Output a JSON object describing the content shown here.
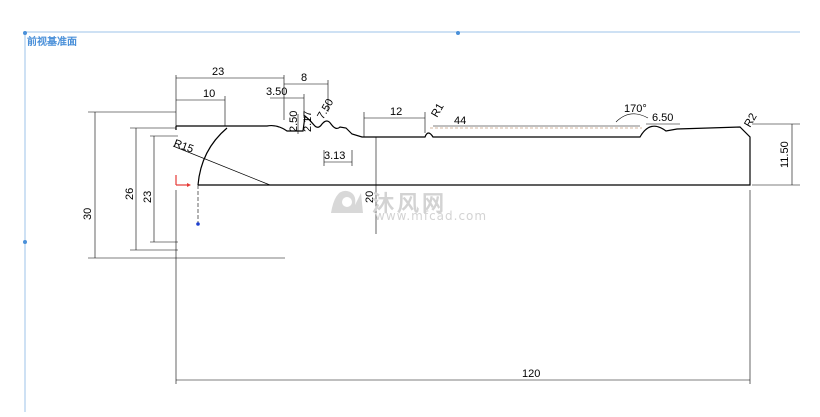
{
  "plane_label": "前视基准面",
  "watermark": {
    "cn": "沐风网",
    "url": "www.mfcad.com"
  },
  "dimensions": {
    "d23": "23",
    "d10": "10",
    "d8": "8",
    "d350": "3.50",
    "d250": "2.50",
    "d217": "2.17",
    "d750": "7.50",
    "d313": "3.13",
    "d12": "12",
    "r1": "R1",
    "r2": "R2",
    "d44": "44",
    "a170": "170°",
    "d650": "6.50",
    "d1150": "11.50",
    "d30": "30",
    "d26": "26",
    "d23v": "23",
    "r15": "R15",
    "d120": "120",
    "d20": "20"
  },
  "colors": {
    "frame": "#4a90d9",
    "origin": "#e53935",
    "point": "#1e40d0"
  }
}
